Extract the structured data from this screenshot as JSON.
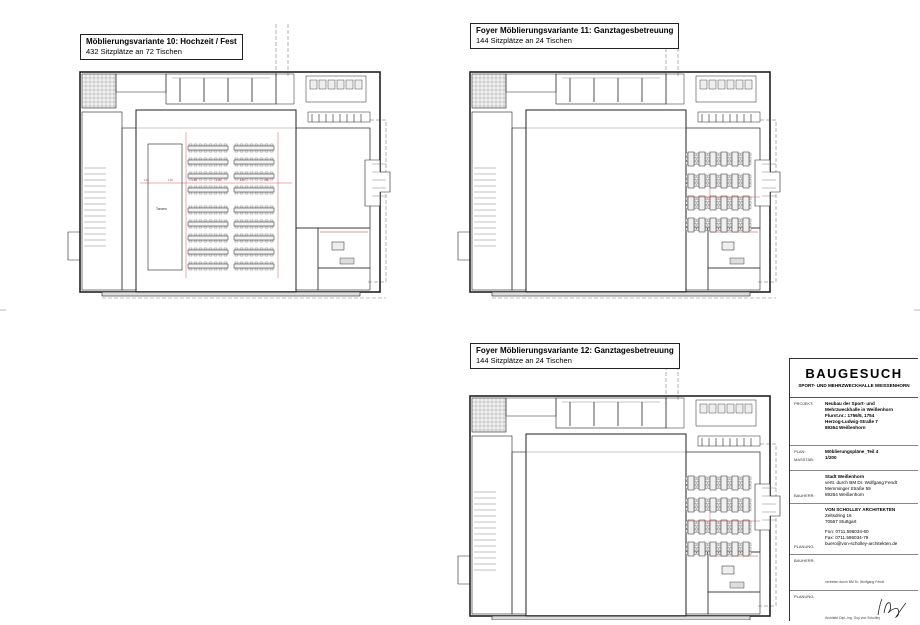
{
  "plans": [
    {
      "id": "v10",
      "title": "Möblierungsvariante 10: Hochzeit / Fest",
      "subtitle": "432 Sitzplätze an 72 Tischen"
    },
    {
      "id": "v11",
      "title": "Foyer Möblierungsvariante 11: Ganztagesbetreuung",
      "subtitle": "144 Sitzplätze an 24 Tischen"
    },
    {
      "id": "v12",
      "title": "Foyer Möblierungsvariante 12: Ganztagesbetreuung",
      "subtitle": "144 Sitzplätze an 24 Tischen"
    }
  ],
  "plan_labels": {
    "tanzen": "Tanzen",
    "dims": [
      "1.95",
      "1.95",
      "1.95",
      "1.95",
      "1.95",
      "1.50",
      "1.30",
      "2.60",
      "1.00",
      "1.00",
      "2.00",
      "1.00",
      "1.00",
      "2.60",
      "2.00"
    ]
  },
  "titleblock": {
    "heading": "BAUGESUCH",
    "subheading": "SPORT- UND MEHRZWECKHALLE WEISSENHORN",
    "projekt_label": "PROJEKT:",
    "projekt_lines": [
      "Neubau der Sport- und",
      "Mehrzweckhalle in Weißenhorn",
      "Flurst.nr.: 1756/5, 1754",
      "Herzog-Ludwig-Straße 7",
      "89264 Weißenhorn"
    ],
    "plan_label": "PLAN:",
    "plan_value": "Möblierungspläne_Teil 4",
    "massstab_label": "MASSTAB:",
    "massstab_value": "1/200",
    "bauherr_label": "BAUHERR:",
    "bauherr_lines": [
      "Stadt Weißenhorn",
      "vertr. durch BM Dr. Wolfgang Fendt",
      "Memminger Straße 59",
      "89264 Weißenhorn"
    ],
    "planung_label": "PLANUNG:",
    "planung_lines": [
      "VON SCHOLLEY ARCHITEKTEN",
      "Zeltsdring 16",
      "70567 Stuttgart",
      "",
      "Fon: 0711.596034-60",
      "Fax: 0711.596034-79",
      "buero@von-scholley-architekten.de"
    ],
    "bauherr2_label": "BAUHERR:",
    "bauherr2_sign": "vertreten durch BM Dr. Wolfgang Fendt",
    "planung2_label": "PLANUNG:",
    "planung2_sign": "Architekt Dipl.-Ing. Guy von Scholley"
  },
  "colors": {
    "line": "#222222",
    "grid": "#999999",
    "accent": "#cc3333"
  }
}
